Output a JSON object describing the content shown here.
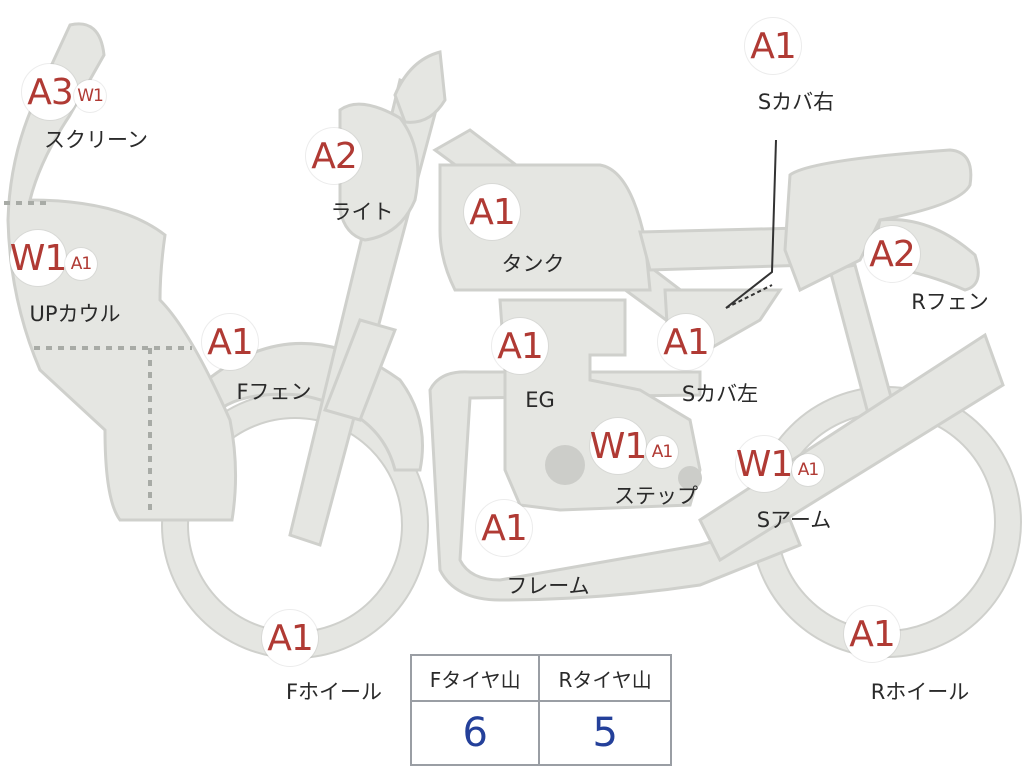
{
  "colors": {
    "part_fill": "#e5e6e2",
    "part_stroke": "#cfd0cc",
    "badge_text": "#b03a34",
    "value_text": "#24409a"
  },
  "parts": [
    {
      "key": "screen",
      "label": "スクリーン",
      "badges": [
        "A3",
        "W1"
      ]
    },
    {
      "key": "up_cowl",
      "label": "UPカウル",
      "badges": [
        "W1",
        "A1"
      ]
    },
    {
      "key": "light",
      "label": "ライト",
      "badges": [
        "A2"
      ]
    },
    {
      "key": "tank",
      "label": "タンク",
      "badges": [
        "A1"
      ]
    },
    {
      "key": "s_cover_right",
      "label": "Sカバ右",
      "badges": [
        "A1"
      ]
    },
    {
      "key": "r_fender",
      "label": "Rフェン",
      "badges": [
        "A2"
      ]
    },
    {
      "key": "f_fender",
      "label": "Fフェン",
      "badges": [
        "A1"
      ]
    },
    {
      "key": "engine",
      "label": "EG",
      "badges": [
        "A1"
      ]
    },
    {
      "key": "s_cover_left",
      "label": "Sカバ左",
      "badges": [
        "A1"
      ]
    },
    {
      "key": "step",
      "label": "ステップ",
      "badges": [
        "W1",
        "A1"
      ]
    },
    {
      "key": "swing_arm",
      "label": "Sアーム",
      "badges": [
        "W1",
        "A1"
      ]
    },
    {
      "key": "frame",
      "label": "フレーム",
      "badges": [
        "A1"
      ]
    },
    {
      "key": "f_wheel",
      "label": "Fホイール",
      "badges": [
        "A1"
      ]
    },
    {
      "key": "r_wheel",
      "label": "Rホイール",
      "badges": [
        "A1"
      ]
    }
  ],
  "tire_table": {
    "headers": [
      "Fタイヤ山",
      "Rタイヤ山"
    ],
    "values": [
      "6",
      "5"
    ]
  }
}
